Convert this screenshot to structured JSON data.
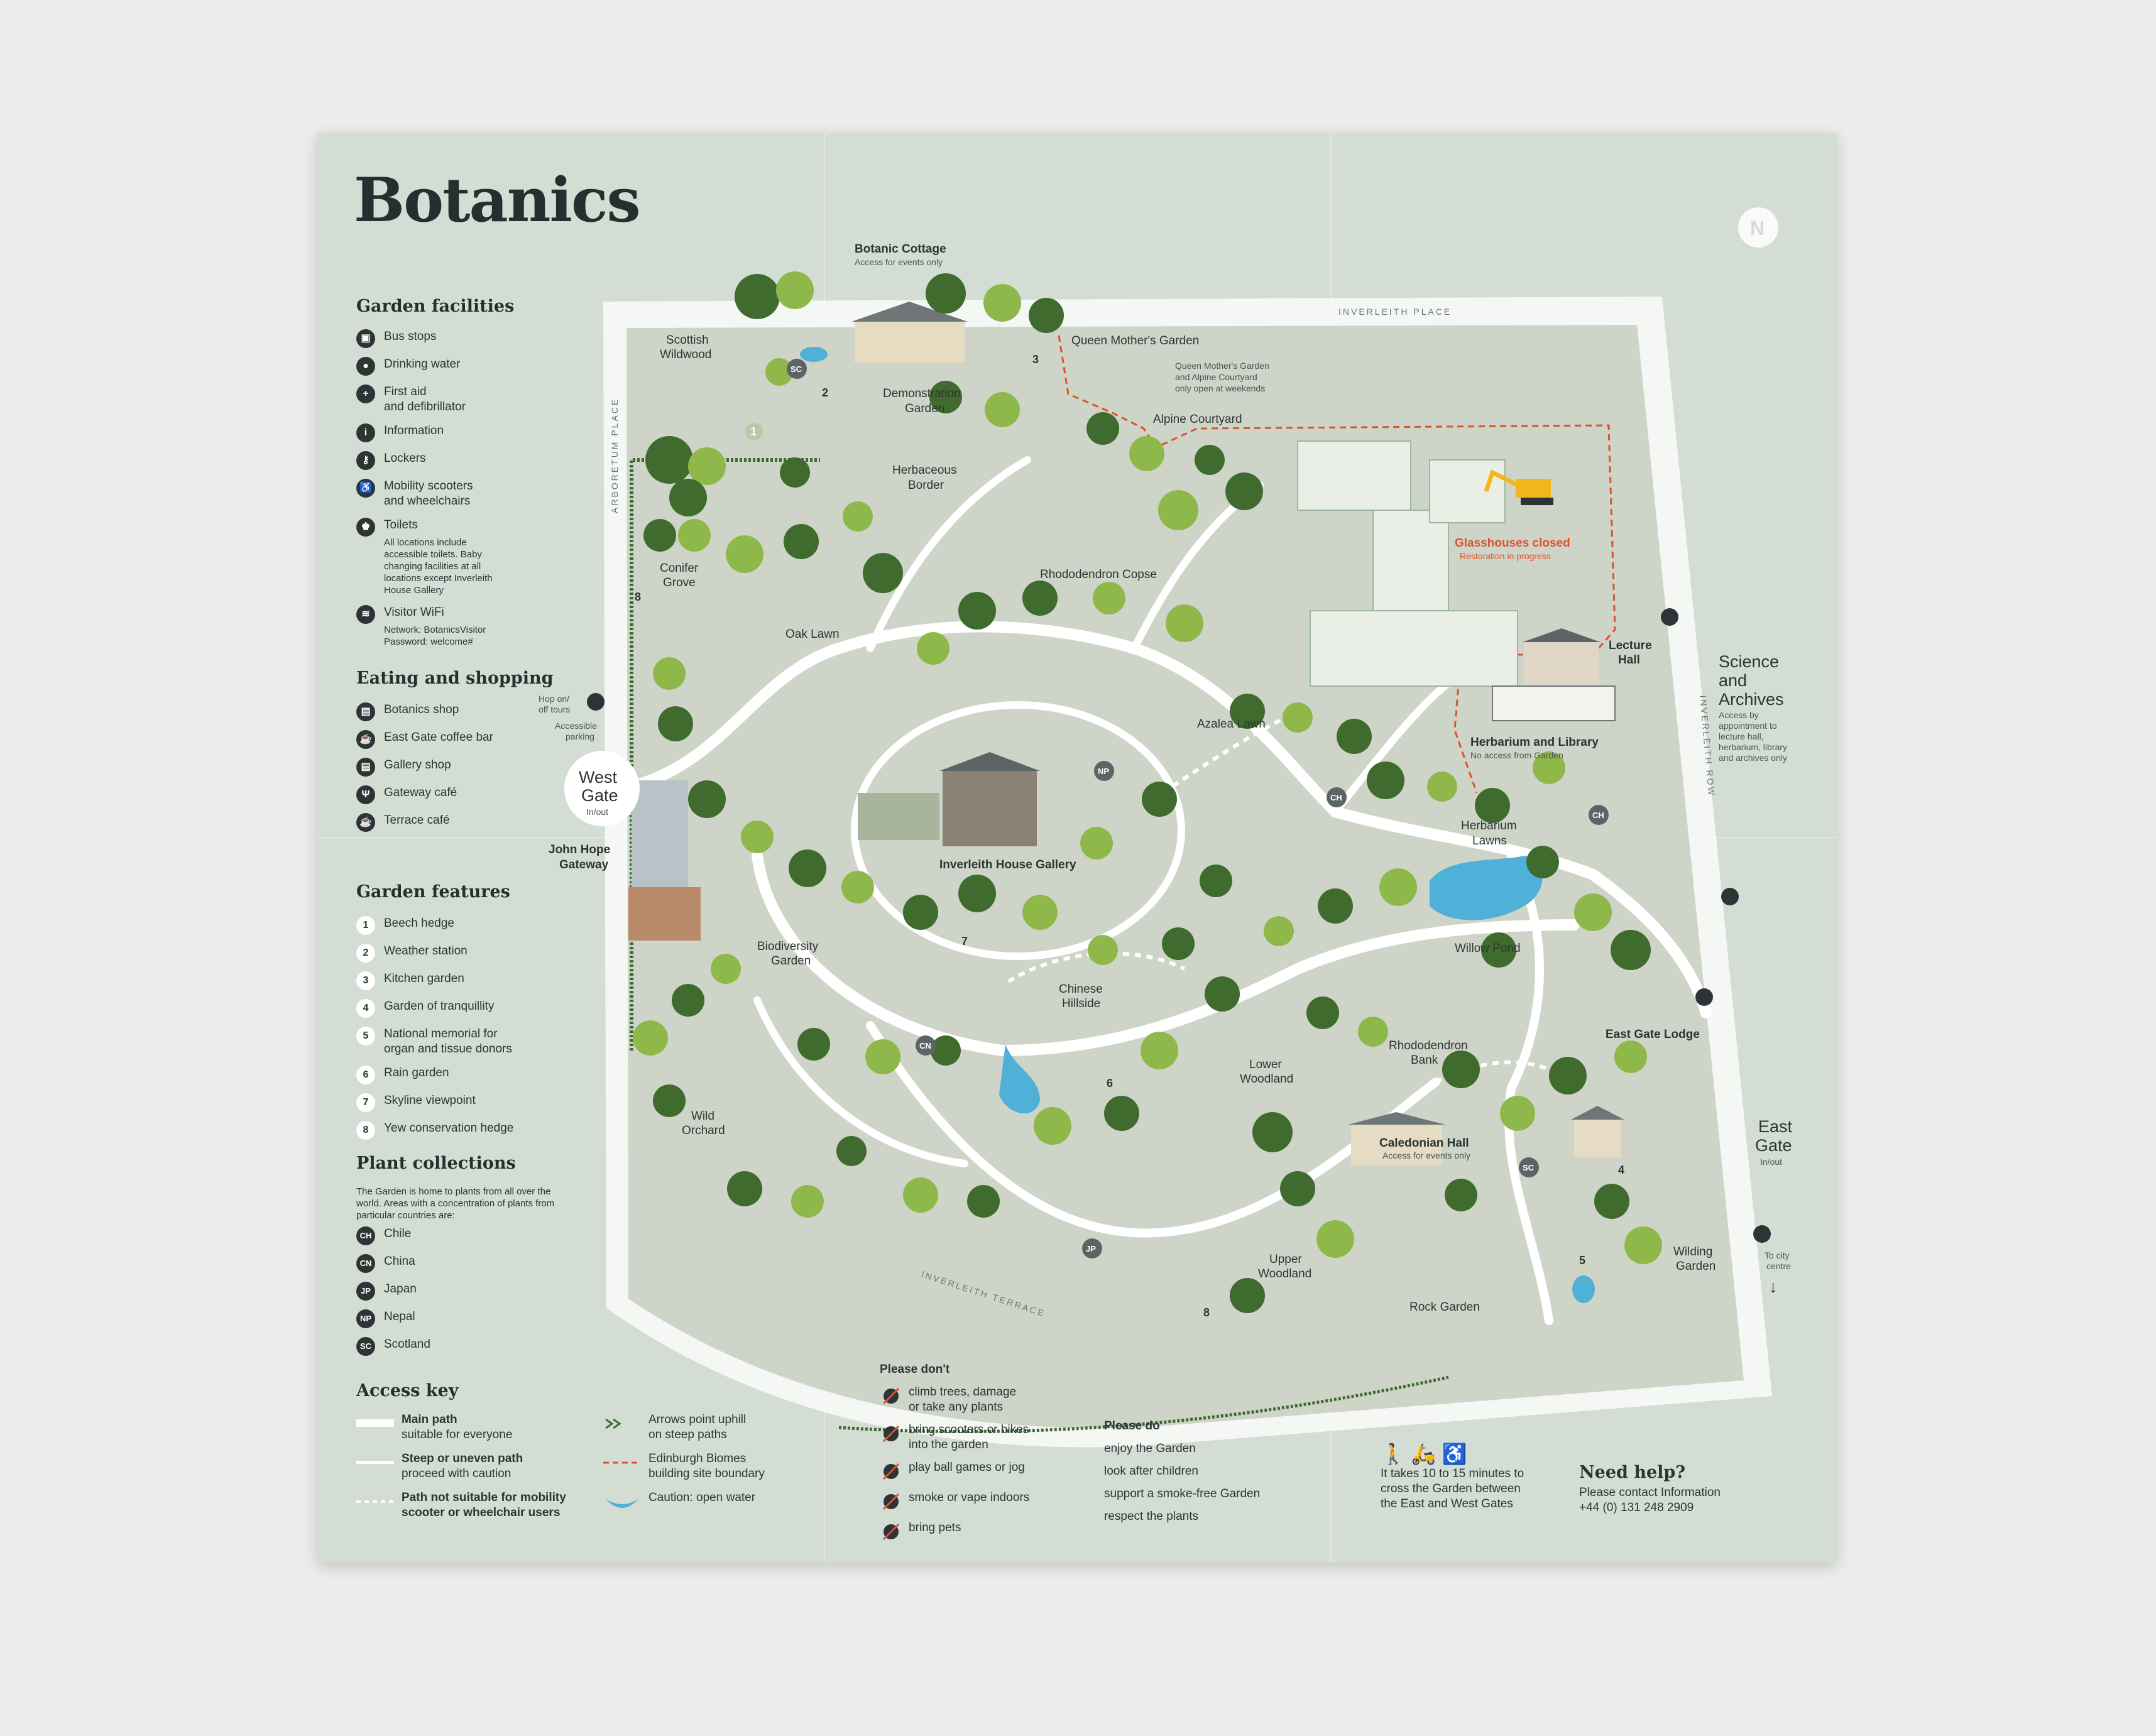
{
  "title": "Botanics",
  "north": "N",
  "facilities": {
    "heading": "Garden facilities",
    "items": [
      {
        "icon": "bus-icon",
        "glyph": "▣",
        "label": "Bus stops"
      },
      {
        "icon": "water-drop-icon",
        "glyph": "●",
        "label": "Drinking water"
      },
      {
        "icon": "first-aid-icon",
        "glyph": "+",
        "label": "First aid",
        "label2": "and defibrillator"
      },
      {
        "icon": "information-icon",
        "glyph": "i",
        "label": "Information"
      },
      {
        "icon": "key-icon",
        "glyph": "⚷",
        "label": "Lockers"
      },
      {
        "icon": "mobility-icon",
        "glyph": "♿",
        "label": "Mobility scooters",
        "label2": "and wheelchairs"
      },
      {
        "icon": "toilets-icon",
        "glyph": "♚",
        "label": "Toilets",
        "note": "All locations include accessible toilets. Baby changing facilities at all locations except Inverleith House Gallery"
      },
      {
        "icon": "wifi-icon",
        "glyph": "≋",
        "label": "Visitor WiFi",
        "note": "Network: BotanicsVisitor Password: welcome#"
      }
    ]
  },
  "eating": {
    "heading": "Eating and shopping",
    "items": [
      {
        "icon": "shop-bag-icon",
        "glyph": "▤",
        "label": "Botanics shop"
      },
      {
        "icon": "coffee-icon",
        "glyph": "☕",
        "label": "East Gate coffee bar"
      },
      {
        "icon": "gallery-shop-icon",
        "glyph": "▤",
        "label": "Gallery shop"
      },
      {
        "icon": "cutlery-icon",
        "glyph": "Ψ",
        "label": "Gateway café"
      },
      {
        "icon": "cup-icon",
        "glyph": "☕",
        "label": "Terrace café"
      }
    ]
  },
  "features": {
    "heading": "Garden features",
    "items": [
      {
        "n": "1",
        "label": "Beech hedge"
      },
      {
        "n": "2",
        "label": "Weather station"
      },
      {
        "n": "3",
        "label": "Kitchen garden"
      },
      {
        "n": "4",
        "label": "Garden of tranquillity"
      },
      {
        "n": "5",
        "label": "National memorial for",
        "label2": "organ and tissue donors"
      },
      {
        "n": "6",
        "label": "Rain garden"
      },
      {
        "n": "7",
        "label": "Skyline viewpoint"
      },
      {
        "n": "8",
        "label": "Yew conservation hedge"
      }
    ]
  },
  "collections": {
    "heading": "Plant collections",
    "intro": "The Garden is home to plants from all over the world. Areas with a concentration of plants from particular countries are:",
    "items": [
      {
        "code": "CH",
        "label": "Chile"
      },
      {
        "code": "CN",
        "label": "China"
      },
      {
        "code": "JP",
        "label": "Japan"
      },
      {
        "code": "NP",
        "label": "Nepal"
      },
      {
        "code": "SC",
        "label": "Scotland"
      }
    ]
  },
  "access": {
    "heading": "Access key",
    "items": [
      {
        "key": "main-path",
        "bold": "Main path",
        "text": "suitable for everyone"
      },
      {
        "key": "steep-path",
        "bold": "Steep or uneven path",
        "text": "proceed with caution"
      },
      {
        "key": "unsuitable-path",
        "bold": "Path not suitable for mobility",
        "bold2": "scooter or wheelchair users"
      }
    ],
    "items2": [
      {
        "key": "arrows",
        "text": "Arrows point uphill",
        "text2": "on steep paths"
      },
      {
        "key": "boundary",
        "text": "Edinburgh Biomes",
        "text2": "building site boundary"
      },
      {
        "key": "water",
        "text": "Caution: open water"
      }
    ]
  },
  "dont": {
    "heading": "Please don't",
    "items": [
      {
        "icon": "no-climbing-icon",
        "text": "climb trees, damage",
        "text2": "or take any plants"
      },
      {
        "icon": "no-bikes-icon",
        "text": "bring scooters or bikes",
        "text2": "into the garden"
      },
      {
        "icon": "no-ball-games-icon",
        "text": "play ball games or jog"
      },
      {
        "icon": "no-smoking-icon",
        "text": "smoke or vape indoors"
      },
      {
        "icon": "no-pets-icon",
        "text": "bring pets"
      }
    ]
  },
  "do": {
    "heading": "Please do",
    "items": [
      "enjoy the Garden",
      "look after children",
      "support a smoke-free Garden",
      "respect the plants"
    ]
  },
  "crossing": {
    "text": "It takes 10 to 15 minutes to",
    "text2": "cross the Garden between",
    "text3": "the East and West Gates"
  },
  "help": {
    "heading": "Need help?",
    "text": "Please contact Information",
    "phone": "+44 (0) 131 248 2909"
  },
  "map_labels": {
    "botanic_cottage": "Botanic Cottage",
    "botanic_cottage_note": "Access for events only",
    "scottish_wildwood": "Scottish",
    "scottish_wildwood2": "Wildwood",
    "queen_mothers_garden": "Queen Mother's Garden",
    "qm_note1": "Queen Mother's Garden",
    "qm_note2": "and Alpine Courtyard",
    "qm_note3": "only open at weekends",
    "demonstration_garden": "Demonstration",
    "demonstration_garden2": "Garden",
    "alpine_courtyard": "Alpine Courtyard",
    "herbaceous_border": "Herbaceous",
    "herbaceous_border2": "Border",
    "conifer_grove": "Conifer",
    "conifer_grove2": "Grove",
    "rhododendron_copse": "Rhododendron Copse",
    "glasshouses_closed": "Glasshouses closed",
    "restoration": "Restoration in progress",
    "oak_lawn": "Oak Lawn",
    "lecture_hall": "Lecture",
    "lecture_hall2": "Hall",
    "science": "Science",
    "science2": "and",
    "science3": "Archives",
    "science_note": "Access by appointment to lecture hall, herbarium, library and archives only",
    "azalea_lawn": "Azalea Lawn",
    "herbarium_library": "Herbarium and Library",
    "herbarium_note": "No access from Garden",
    "hop_on": "Hop on/",
    "hop_on2": "off tours",
    "accessible_parking": "Accessible",
    "accessible_parking2": "parking",
    "west_gate": "West",
    "west_gate2": "Gate",
    "in_out": "In/out",
    "john_hope": "John Hope",
    "john_hope2": "Gateway",
    "inverleith_house": "Inverleith House Gallery",
    "herbarium_lawns": "Herbarium",
    "herbarium_lawns2": "Lawns",
    "willow_pond": "Willow Pond",
    "biodiversity": "Biodiversity",
    "biodiversity2": "Garden",
    "chinese_hillside": "Chinese",
    "chinese_hillside2": "Hillside",
    "rhododendron_bank": "Rhododendron",
    "rhododendron_bank2": "Bank",
    "east_gate_lodge": "East Gate Lodge",
    "lower_woodland": "Lower",
    "lower_woodland2": "Woodland",
    "wild_orchard": "Wild",
    "wild_orchard2": "Orchard",
    "caledonian_hall": "Caledonian Hall",
    "caledonian_note": "Access for events only",
    "east_gate": "East",
    "east_gate2": "Gate",
    "east_in_out": "In/out",
    "upper_woodland": "Upper",
    "upper_woodland2": "Woodland",
    "rock_garden": "Rock Garden",
    "wilding_garden": "Wilding",
    "wilding_garden2": "Garden",
    "to_city": "To city",
    "to_city2": "centre",
    "inverleith_place": "INVERLEITH PLACE",
    "arboretum_place": "ARBORETUM PLACE",
    "inverleith_row": "INVERLEITH ROW",
    "inverleith_terrace": "INVERLEITH TERRACE"
  },
  "colors": {
    "sheet": "#d3ddd3",
    "ground": "#cfd3c8",
    "path": "#ffffff",
    "tree_dark": "#3f6b2f",
    "tree_light": "#8fb84a",
    "water": "#4fb0d8",
    "boundary": "#d9532c",
    "hedge": "#3c6b30",
    "ink": "#2d3436"
  }
}
